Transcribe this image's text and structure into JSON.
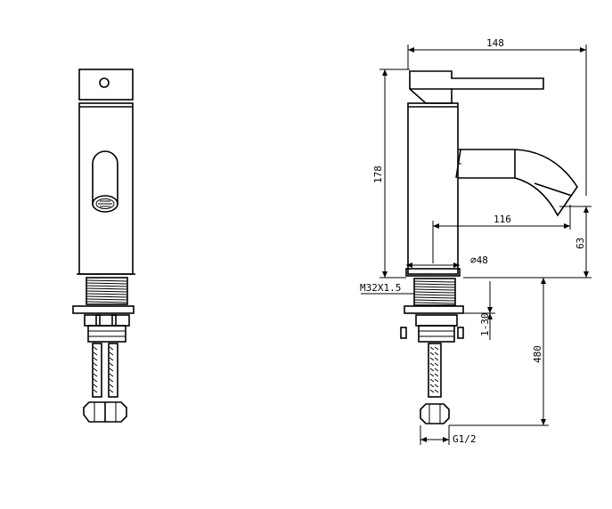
{
  "dimensions": {
    "overall_width": "148",
    "height": "178",
    "spout_reach": "116",
    "spout_height": "63",
    "base_diameter": "⌀48",
    "thread": "M32X1.5",
    "deck_thickness": "1-30",
    "hose_length": "480",
    "connection": "G1/2"
  },
  "colors": {
    "line": "#000000",
    "background": "#ffffff"
  }
}
